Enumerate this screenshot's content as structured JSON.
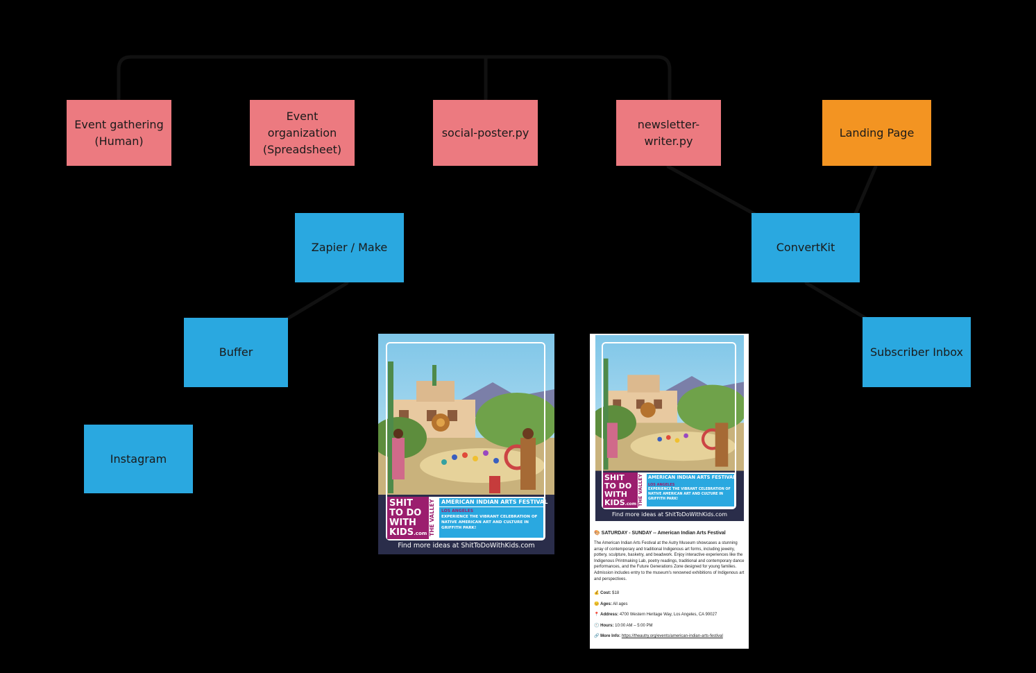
{
  "nodes": {
    "event_gathering": "Event gathering\n(Human)",
    "event_organization": "Event\norganization\n(Spreadsheet)",
    "social_poster": "social-poster.py",
    "newsletter_writer": "newsletter-\nwriter.py",
    "landing_page": "Landing Page",
    "zapier_make": "Zapier / Make",
    "convertkit": "ConvertKit",
    "buffer": "Buffer",
    "subscriber_inbox": "Subscriber Inbox",
    "instagram": "Instagram"
  },
  "colors": {
    "background": "#000000",
    "script_node": "#ec7a80",
    "landing_node": "#f39422",
    "service_node": "#2aa8e0",
    "brand_magenta": "#9b1e6e"
  },
  "poster": {
    "brand": "SHIT\nTO DO\nWITH\nKIDS",
    "brand_suffix": ".com",
    "side_label": "THE VALLEY",
    "event_title": "AMERICAN INDIAN ARTS FESTIVAL",
    "city": "LOS ANGELES",
    "tagline": "EXPERIENCE THE VIBRANT CELEBRATION OF NATIVE AMERICAN ART AND CULTURE IN GRIFFITH PARK!",
    "more_ideas": "Find more ideas at ShitToDoWithKids.com"
  },
  "newsletter": {
    "heading": "🎨 SATURDAY - SUNDAY -- American Indian Arts Festival",
    "body": "The American Indian Arts Festival at the Autry Museum showcases a stunning array of contemporary and traditional Indigenous art forms, including jewelry, pottery, sculpture, basketry, and beadwork. Enjoy interactive experiences like the Indigenous Printmaking Lab, poetry readings, traditional and contemporary dance performances, and the Future Generations Zone designed for young families. Admission includes entry to the museum's renowned exhibitions of Indigenous art and perspectives.",
    "fields": [
      {
        "icon": "💰",
        "label": "Cost:",
        "value": "$18"
      },
      {
        "icon": "😊",
        "label": "Ages:",
        "value": "All ages"
      },
      {
        "icon": "📍",
        "label": "Address:",
        "value": "4700 Western Heritage Way, Los Angeles, CA 90027"
      },
      {
        "icon": "🕙",
        "label": "Hours:",
        "value": "10:00 AM – 5:00 PM"
      },
      {
        "icon": "🔗",
        "label": "More Info:",
        "value": "https://theautry.org/events/american-indian-arts-festival"
      }
    ]
  }
}
